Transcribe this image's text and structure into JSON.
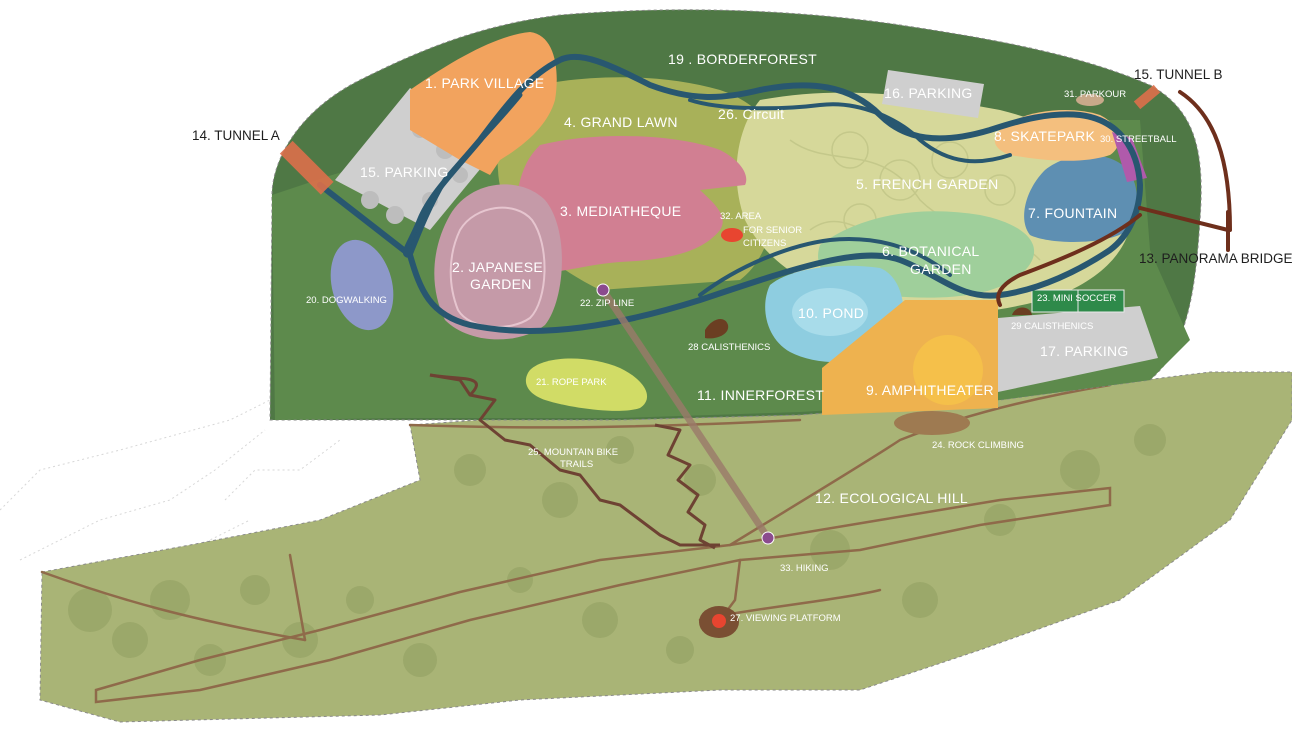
{
  "map": {
    "colors": {
      "dark_forest": "#4f7845",
      "inner_forest": "#5d8a4c",
      "hill": "#a9b476",
      "circuit": "#285770",
      "trail": "#6e4233",
      "parking": "#cfcfcf",
      "orange": "#f2a35e",
      "pink": "#d17f92",
      "purple": "#c59aa8",
      "grand_lawn": "#a8b159",
      "french_garden": "#d6d89a",
      "botanical": "#9fcf9b",
      "fountain": "#5e8fb2",
      "pond": "#8ecde0",
      "amphitheater": "#eeb24f",
      "dogwalking": "#8d98c9",
      "rope_park": "#d1dc66"
    },
    "zones": {
      "park_village": "1.  PARK VILLAGE",
      "japanese_garden_1": "2.  JAPANESE",
      "japanese_garden_2": "GARDEN",
      "mediatheque": "3.  MEDIATHEQUE",
      "grand_lawn": "4.  GRAND LAWN",
      "french_garden": "5.  FRENCH GARDEN",
      "botanical_garden_1": "6.  BOTANICAL",
      "botanical_garden_2": "GARDEN",
      "fountain": "7. FOUNTAIN",
      "skatepark": "8.  SKATEPARK",
      "amphitheater": "9.  AMPHITHEATER",
      "pond": "10.  POND",
      "innerforest": "11.  INNERFOREST",
      "ecological_hill": "12. ECOLOGICAL HILL",
      "parking_15": "15.  PARKING",
      "parking_16": "16.  PARKING",
      "parking_17": "17.  PARKING",
      "borderforest": "19 .  BORDERFOREST",
      "circuit": "26. Circuit"
    },
    "facilities": {
      "dogwalking": "20. DOGWALKING",
      "rope_park": "21.  ROPE PARK",
      "zip_line": "22.  ZIP LINE",
      "mini_soccer": "23. MINI SOCCER",
      "rock_climbing": "24. ROCK CLIMBING",
      "mountain_bike_1": "25. MOUNTAIN BIKE",
      "mountain_bike_2": "TRAILS",
      "viewing_platform": "27. VIEWING PLATFORM",
      "calisthenics_28": "28 CALISTHENICS",
      "calisthenics_29": "29 CALISTHENICS",
      "streetball": "30. STREETBALL",
      "parkour": "31.  PARKOUR",
      "senior_area_1": "32.  AREA",
      "senior_area_2": "FOR SENIOR",
      "senior_area_3": "CITIZENS",
      "hiking": "33. HIKING"
    },
    "external": {
      "panorama_bridge": "13. PANORAMA BRIDGE",
      "tunnel_a": "14. TUNNEL A",
      "tunnel_b": "15. TUNNEL B"
    }
  }
}
